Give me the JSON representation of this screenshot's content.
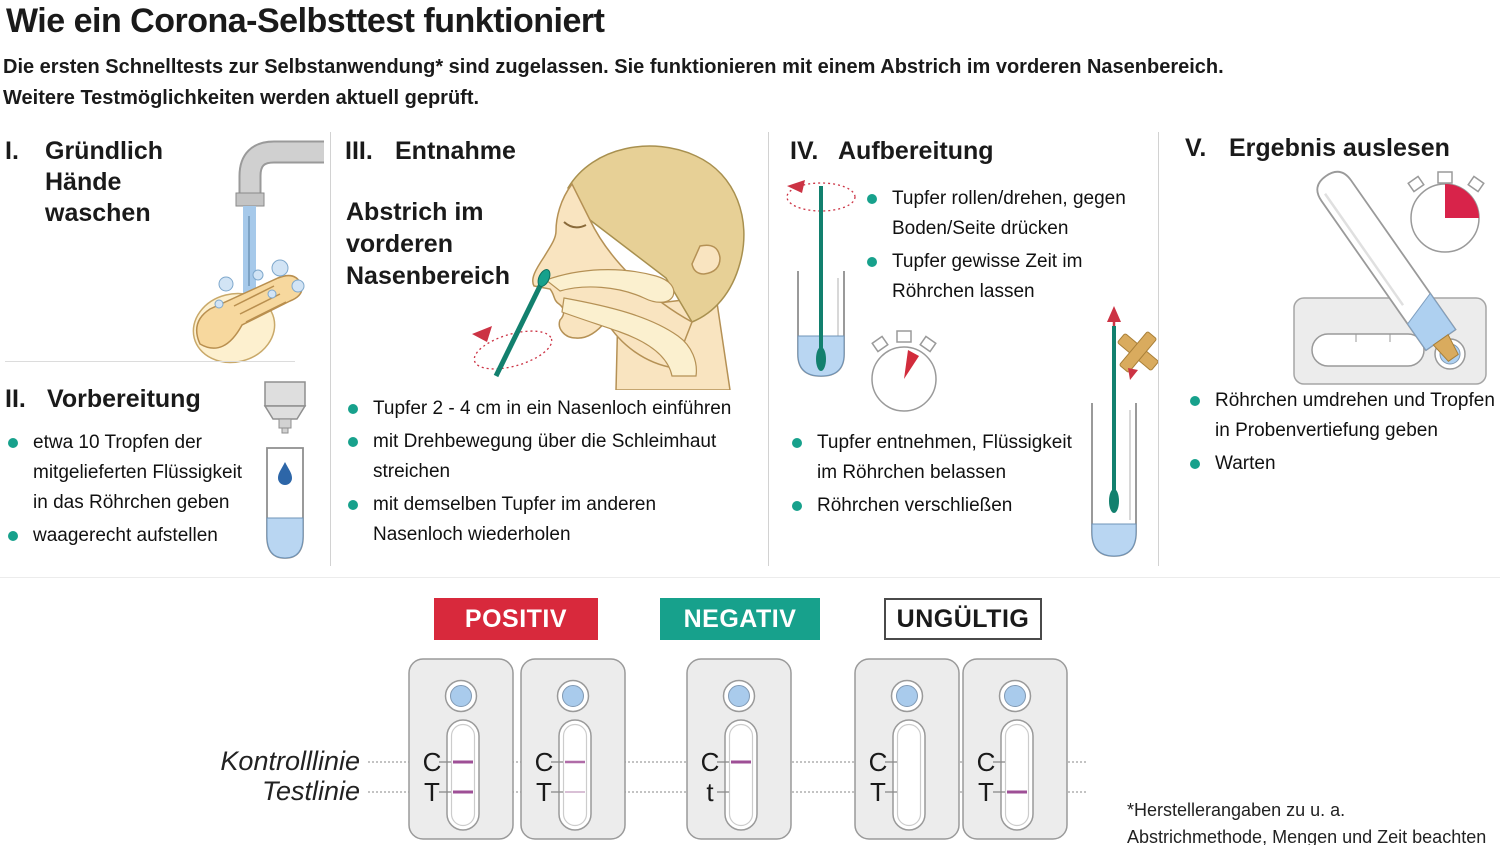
{
  "title": "Wie ein Corona-Selbsttest funktioniert",
  "intro": {
    "line1": "Die ersten Schnelltests zur Selbstanwendung* sind zugelassen. Sie funktionieren mit einem Abstrich im vorderen Nasenbereich.",
    "line2": "Weitere Testmöglichkeiten werden aktuell geprüft."
  },
  "steps": {
    "step1": {
      "numeral": "I.",
      "title": "Gründlich Hände waschen"
    },
    "step2": {
      "numeral": "II.",
      "title": "Vorbereitung",
      "bullets": [
        "etwa 10 Tropfen der mitgelieferten Flüssigkeit in das Röhrchen geben",
        "waagerecht aufstellen"
      ]
    },
    "step3": {
      "numeral": "III.",
      "title": "Entnahme",
      "subheading": "Abstrich im vorderen Nasenbereich",
      "bullets": [
        "Tupfer 2 - 4 cm in ein Nasenloch einführen",
        "mit Drehbewegung über die Schleimhaut streichen",
        "mit demselben Tupfer im anderen Nasenloch wiederholen"
      ]
    },
    "step4": {
      "numeral": "IV.",
      "title": "Aufbereitung",
      "bullets_top": [
        "Tupfer rollen/drehen, gegen Boden/Seite drücken",
        "Tupfer gewisse Zeit im Röhrchen lassen"
      ],
      "bullets_bottom": [
        "Tupfer entnehmen, Flüssigkeit im Röhrchen belassen",
        "Röhrchen verschließen"
      ]
    },
    "step5": {
      "numeral": "V.",
      "title": "Ergebnis auslesen",
      "bullets": [
        "Röhrchen umdrehen und Tropfen in Probenvertiefung geben",
        "Warten"
      ]
    }
  },
  "results": {
    "badges": [
      {
        "label": "POSITIV",
        "bg": "#d8293c",
        "fg": "#ffffff",
        "border": ""
      },
      {
        "label": "NEGATIV",
        "bg": "#17a18c",
        "fg": "#ffffff",
        "border": ""
      },
      {
        "label": "UNGÜLTIG",
        "bg": "#ffffff",
        "fg": "#1a1a1a",
        "border": "#4a4a4a"
      }
    ],
    "line_labels": {
      "control": "Kontrolllinie",
      "test": "Testlinie"
    },
    "cassettes": [
      {
        "group": "POSITIV",
        "c_label": "C",
        "t_label": "T",
        "c_line": "strong",
        "t_line": "strong"
      },
      {
        "group": "POSITIV",
        "c_label": "C",
        "t_label": "T",
        "c_line": "medium",
        "t_line": "faint"
      },
      {
        "group": "NEGATIV",
        "c_label": "C",
        "t_label": "t",
        "c_line": "strong",
        "t_line": "none"
      },
      {
        "group": "UNGÜLTIG",
        "c_label": "C",
        "t_label": "T",
        "c_line": "none",
        "t_line": "none"
      },
      {
        "group": "UNGÜLTIG",
        "c_label": "C",
        "t_label": "T",
        "c_line": "none",
        "t_line": "strong"
      }
    ]
  },
  "footnote": {
    "line1": "*Herstellerangaben zu u. a.",
    "line2": "Abstrichmethode, Mengen und Zeit beachten"
  },
  "colors": {
    "teal": "#17a18c",
    "red": "#d8293c",
    "test_line_purple": "#9e4f96"
  }
}
